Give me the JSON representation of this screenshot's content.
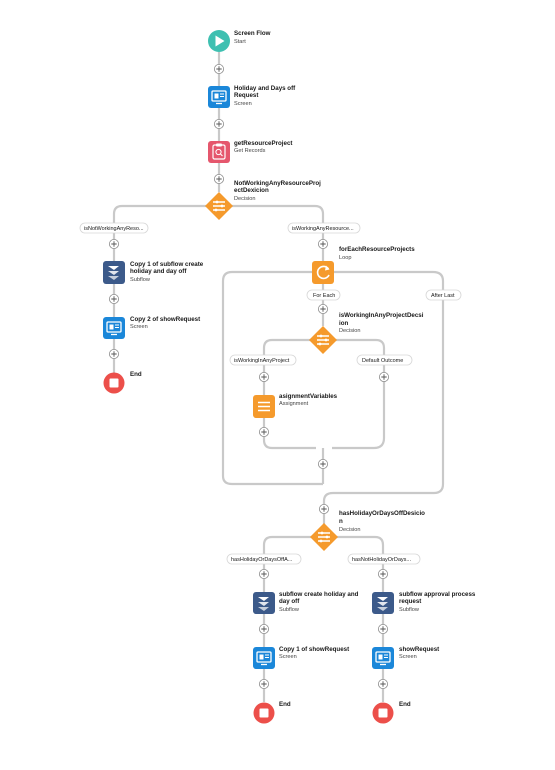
{
  "flow": {
    "start": {
      "title": "Screen Flow",
      "sub": "Start"
    },
    "screen_request": {
      "title1": "Holiday and Days off",
      "title2": "Request",
      "sub": "Screen"
    },
    "get_records": {
      "title": "getResourceProject",
      "sub": "Get Records"
    },
    "decision1": {
      "title1": "NotWorkingAnyResourceProj",
      "title2": "ectDexicion",
      "sub": "Decision"
    },
    "left_branch": {
      "label": "isNotWorkingAnyReso...",
      "subflow": {
        "title1": "Copy 1 of subflow create",
        "title2": "holiday and day off",
        "sub": "Subflow"
      },
      "screen": {
        "title": "Copy 2 of showRequest",
        "sub": "Screen"
      },
      "end": {
        "title": "End"
      }
    },
    "right_branch_label": "isWorkingAnyResource...",
    "loop": {
      "title": "forEachResourceProjects",
      "sub": "Loop",
      "for_each": "For Each",
      "after_last": "After Last"
    },
    "decision2": {
      "title1": "isWorkingInAnyProjectDecsi",
      "title2": "ion",
      "sub": "Decision"
    },
    "d2_left_label": "isWorkingInAnyProject",
    "d2_right_label": "Default Outcome",
    "assignment": {
      "title": "asignmentVariables",
      "sub": "Assignment"
    },
    "decision3": {
      "title1": "hasHolidayOrDaysOffDesicio",
      "title2": "n",
      "sub": "Decision"
    },
    "d3_left": {
      "label": "hasHolidayOrDaysOffA...",
      "subflow": {
        "title1": "subflow create holiday and",
        "title2": "day off",
        "sub": "Subflow"
      },
      "screen": {
        "title": "Copy 1 of showRequest",
        "sub": "Screen"
      },
      "end": {
        "title": "End"
      }
    },
    "d3_right": {
      "label": "hasNotHolidayOrDays...",
      "subflow": {
        "title1": "subflow approval process",
        "title2": "request",
        "sub": "Subflow"
      },
      "screen": {
        "title": "showRequest",
        "sub": "Screen"
      },
      "end": {
        "title": "End"
      }
    }
  },
  "colors": {
    "start": "#3ec0b1",
    "screen": "#1b87d9",
    "get_records": "#e5576d",
    "decision": "#f59a2c",
    "subflow": "#3c5a8a",
    "loop": "#f59a2c",
    "assignment": "#f59a2c",
    "end": "#ec4f4a"
  },
  "icons": {
    "start": "play-icon",
    "screen": "screen-icon",
    "get_records": "get-records-icon",
    "decision": "decision-icon",
    "subflow": "subflow-icon",
    "loop": "loop-icon",
    "assignment": "assignment-icon",
    "end": "stop-icon"
  }
}
